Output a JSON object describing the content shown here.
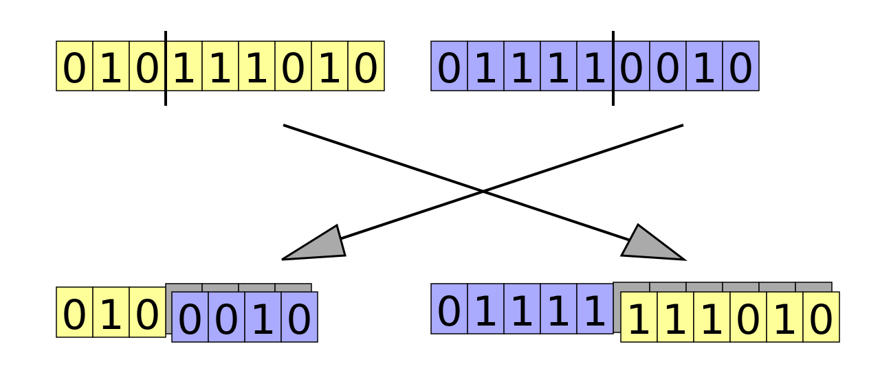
{
  "colors": {
    "parent_a": "#ffff99",
    "parent_b": "#aaaaff",
    "shadow": "#aaaaaa",
    "stroke": "#000000",
    "arrowhead": "#aaaaaa"
  },
  "parents": [
    {
      "name": "parent-a",
      "bits": [
        "0",
        "1",
        "0",
        "1",
        "1",
        "1",
        "0",
        "1",
        "0"
      ],
      "cut_after": 3,
      "color_key": "parent_a"
    },
    {
      "name": "parent-b",
      "bits": [
        "0",
        "1",
        "1",
        "1",
        "1",
        "0",
        "0",
        "1",
        "0"
      ],
      "cut_after": 5,
      "color_key": "parent_b"
    }
  ],
  "children": [
    {
      "name": "child-a",
      "head_bits": [
        "0",
        "1",
        "0"
      ],
      "head_color_key": "parent_a",
      "shadow_count": 4,
      "tail_bits": [
        "0",
        "0",
        "1",
        "0"
      ],
      "tail_color_key": "parent_b"
    },
    {
      "name": "child-b",
      "head_bits": [
        "0",
        "1",
        "1",
        "1",
        "1"
      ],
      "head_color_key": "parent_b",
      "shadow_count": 6,
      "tail_bits": [
        "1",
        "1",
        "1",
        "0",
        "1",
        "0"
      ],
      "tail_color_key": "parent_a"
    }
  ]
}
